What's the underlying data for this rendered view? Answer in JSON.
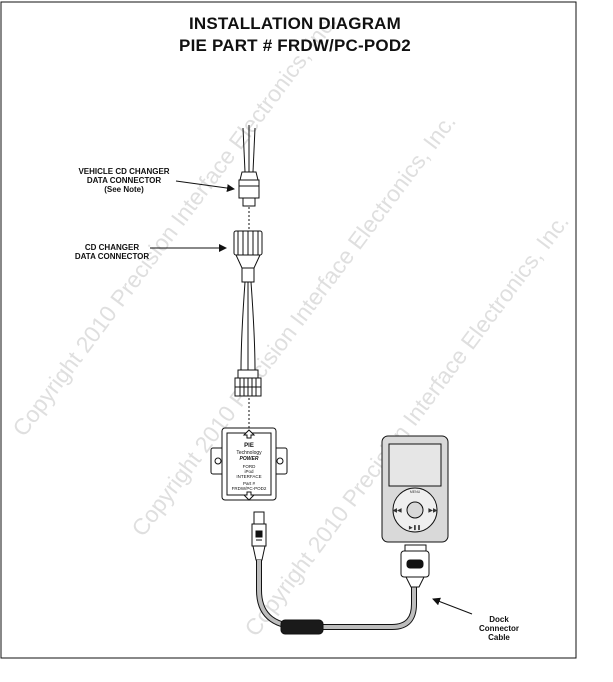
{
  "title": {
    "line1": "INSTALLATION DIAGRAM",
    "line2": "PIE PART # FRDW/PC-POD2"
  },
  "callouts": {
    "vehicle_connector": [
      "VEHICLE CD CHANGER",
      "DATA CONNECTOR",
      "(See Note)"
    ],
    "cd_changer_connector": [
      "CD CHANGER",
      "DATA CONNECTOR"
    ],
    "dock_cable": [
      "Dock",
      "Connector",
      "Cable"
    ]
  },
  "interface_box": {
    "brand_line1": "PIE",
    "brand_line2": "Technology",
    "brand_line3": "POWER",
    "model_line1": "FORD",
    "model_line2": "iPod",
    "model_line3": "INTERFACE",
    "part_label": "Part #",
    "part_number": "FRDW/PC-POD2"
  },
  "ipod": {
    "menu_label": "MENU"
  },
  "watermark": "Copyright 2010 Precision Interface Electronics, Inc.",
  "colors": {
    "line": "#111111",
    "watermark": "#bbbbbb",
    "ipod_body": "#d9d9d9",
    "ipod_screen": "#e6e6e6"
  }
}
